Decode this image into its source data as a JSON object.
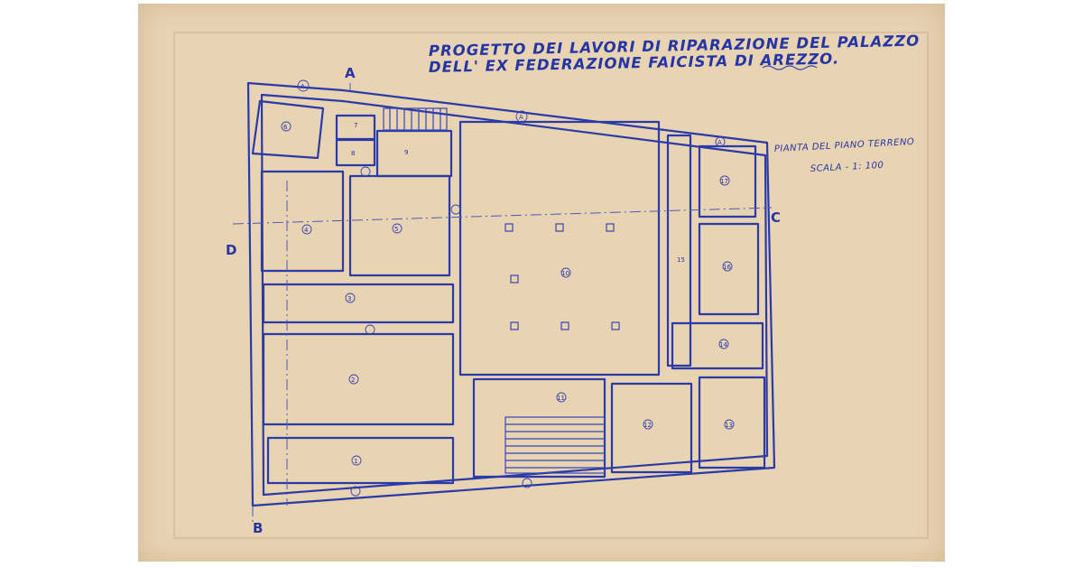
{
  "document": {
    "title_line1": "PROGETTO DEI LAVORI DI RIPARAZIONE DEL PALAZZO",
    "title_line2": "DELL' EX FEDERAZIONE FAICISTA DI AREZZO.",
    "subtitle_line1": "PIANTA DEL PIANO TERRENO",
    "subtitle_line2": "SCALA - 1: 100",
    "section_labels": {
      "a": "A",
      "b": "B",
      "c": "C",
      "d": "D"
    },
    "room_numbers": {
      "r1": "A",
      "r2": "A",
      "r3": "A",
      "r4": "6",
      "r5": "7",
      "r6": "8",
      "r7": "9",
      "r8": "4",
      "r9": "5",
      "r10": "3",
      "r11": "2",
      "r12": "1",
      "r13": "10",
      "r14": "11",
      "r15": "12",
      "r16": "13",
      "r17": "14",
      "r18": "16",
      "r19": "17",
      "r20": "15"
    },
    "paper_color": "#e8d3b3",
    "ink_color": "#2a3aa8"
  }
}
